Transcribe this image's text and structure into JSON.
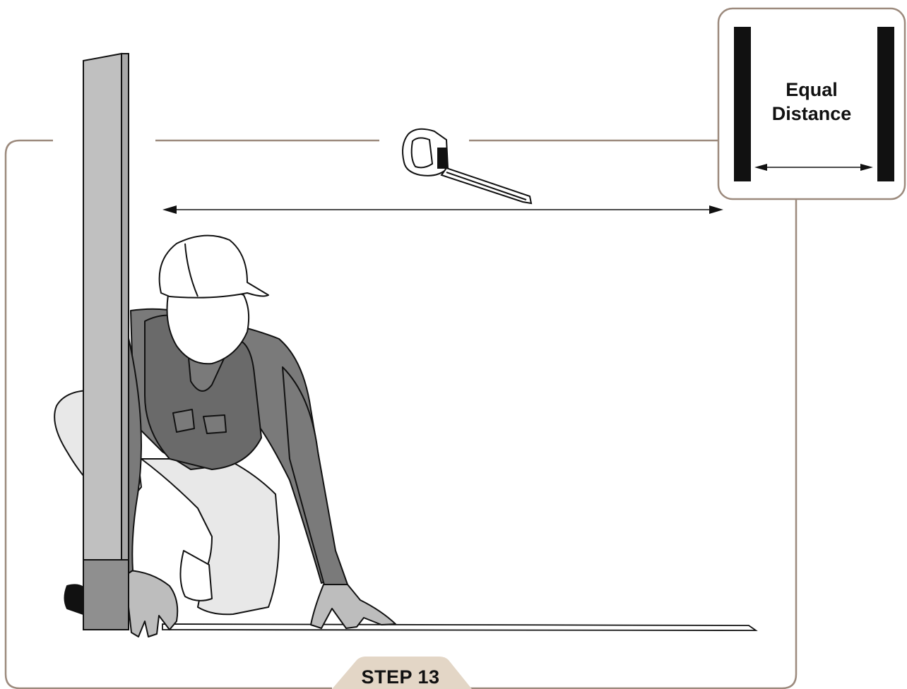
{
  "inset": {
    "line1": "Equal",
    "line2": "Distance"
  },
  "step": {
    "label": "STEP 13"
  },
  "colors": {
    "frame": "#9c8a7d",
    "tab": "#e3d6c6",
    "post": "#c0c0c0",
    "post_dark": "#8f8f8f",
    "clothing": "#7a7a7a",
    "pants": "#e8e8e8",
    "skin": "#ffffff",
    "bars": "#111111"
  },
  "icons": [
    "tape-measure-icon",
    "double-arrow-icon"
  ]
}
